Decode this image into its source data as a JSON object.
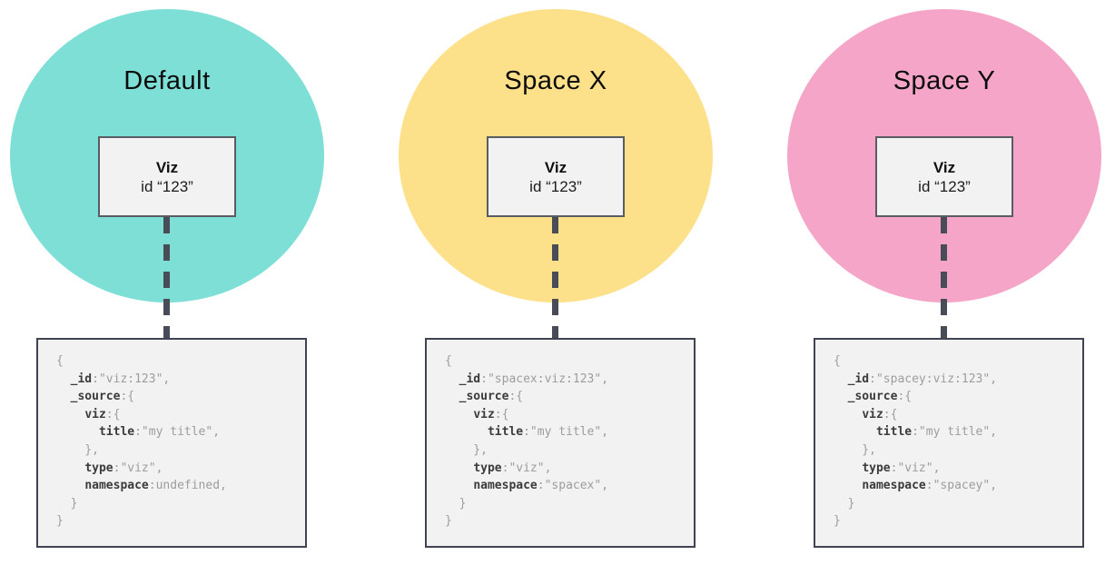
{
  "panels": [
    {
      "title": "Default",
      "circle_color": "#7EDFD6",
      "viz_box": {
        "label": "Viz",
        "id_line": "id “123”"
      },
      "code": {
        "lines": [
          [
            {
              "t": "{",
              "c": "v"
            }
          ],
          [
            {
              "t": "  ",
              "c": "v"
            },
            {
              "t": "_id",
              "c": "k"
            },
            {
              "t": ":\"viz:123\",",
              "c": "v"
            }
          ],
          [
            {
              "t": "  ",
              "c": "v"
            },
            {
              "t": "_source",
              "c": "k"
            },
            {
              "t": ":{",
              "c": "v"
            }
          ],
          [
            {
              "t": "    ",
              "c": "v"
            },
            {
              "t": "viz",
              "c": "k"
            },
            {
              "t": ":{",
              "c": "v"
            }
          ],
          [
            {
              "t": "      ",
              "c": "v"
            },
            {
              "t": "title",
              "c": "k"
            },
            {
              "t": ":\"my title\",",
              "c": "v"
            }
          ],
          [
            {
              "t": "    },",
              "c": "v"
            }
          ],
          [
            {
              "t": "    ",
              "c": "v"
            },
            {
              "t": "type",
              "c": "k"
            },
            {
              "t": ":\"viz\",",
              "c": "v"
            }
          ],
          [
            {
              "t": "    ",
              "c": "v"
            },
            {
              "t": "namespace",
              "c": "k"
            },
            {
              "t": ":undefined,",
              "c": "v"
            }
          ],
          [
            {
              "t": "  }",
              "c": "v"
            }
          ],
          [
            {
              "t": "}",
              "c": "v"
            }
          ]
        ]
      }
    },
    {
      "title": "Space X",
      "circle_color": "#FCE18A",
      "viz_box": {
        "label": "Viz",
        "id_line": "id “123”"
      },
      "code": {
        "lines": [
          [
            {
              "t": "{",
              "c": "v"
            }
          ],
          [
            {
              "t": "  ",
              "c": "v"
            },
            {
              "t": "_id",
              "c": "k"
            },
            {
              "t": ":\"spacex:viz:123\",",
              "c": "v"
            }
          ],
          [
            {
              "t": "  ",
              "c": "v"
            },
            {
              "t": "_source",
              "c": "k"
            },
            {
              "t": ":{",
              "c": "v"
            }
          ],
          [
            {
              "t": "    ",
              "c": "v"
            },
            {
              "t": "viz",
              "c": "k"
            },
            {
              "t": ":{",
              "c": "v"
            }
          ],
          [
            {
              "t": "      ",
              "c": "v"
            },
            {
              "t": "title",
              "c": "k"
            },
            {
              "t": ":\"my title\",",
              "c": "v"
            }
          ],
          [
            {
              "t": "    },",
              "c": "v"
            }
          ],
          [
            {
              "t": "    ",
              "c": "v"
            },
            {
              "t": "type",
              "c": "k"
            },
            {
              "t": ":\"viz\",",
              "c": "v"
            }
          ],
          [
            {
              "t": "    ",
              "c": "v"
            },
            {
              "t": "namespace",
              "c": "k"
            },
            {
              "t": ":\"spacex\",",
              "c": "v"
            }
          ],
          [
            {
              "t": "  }",
              "c": "v"
            }
          ],
          [
            {
              "t": "}",
              "c": "v"
            }
          ]
        ]
      }
    },
    {
      "title": "Space Y",
      "circle_color": "#F5A6C8",
      "viz_box": {
        "label": "Viz",
        "id_line": "id “123”"
      },
      "code": {
        "lines": [
          [
            {
              "t": "{",
              "c": "v"
            }
          ],
          [
            {
              "t": "  ",
              "c": "v"
            },
            {
              "t": "_id",
              "c": "k"
            },
            {
              "t": ":\"spacey:viz:123\",",
              "c": "v"
            }
          ],
          [
            {
              "t": "  ",
              "c": "v"
            },
            {
              "t": "_source",
              "c": "k"
            },
            {
              "t": ":{",
              "c": "v"
            }
          ],
          [
            {
              "t": "    ",
              "c": "v"
            },
            {
              "t": "viz",
              "c": "k"
            },
            {
              "t": ":{",
              "c": "v"
            }
          ],
          [
            {
              "t": "      ",
              "c": "v"
            },
            {
              "t": "title",
              "c": "k"
            },
            {
              "t": ":\"my title\",",
              "c": "v"
            }
          ],
          [
            {
              "t": "    },",
              "c": "v"
            }
          ],
          [
            {
              "t": "    ",
              "c": "v"
            },
            {
              "t": "type",
              "c": "k"
            },
            {
              "t": ":\"viz\",",
              "c": "v"
            }
          ],
          [
            {
              "t": "    ",
              "c": "v"
            },
            {
              "t": "namespace",
              "c": "k"
            },
            {
              "t": ":\"spacey\",",
              "c": "v"
            }
          ],
          [
            {
              "t": "  }",
              "c": "v"
            }
          ],
          [
            {
              "t": "}",
              "c": "v"
            }
          ]
        ]
      }
    }
  ],
  "colors": {
    "default_circle": "#7EDFD6",
    "spacex_circle": "#FCE18A",
    "spacey_circle": "#F5A6C8",
    "connector": "#474c56",
    "box_fill": "#f2f2f2",
    "viz_box_border": "#595d63",
    "code_box_border": "#3f4450",
    "code_key": "#3b3b3b",
    "code_value": "#9d9d9d"
  }
}
